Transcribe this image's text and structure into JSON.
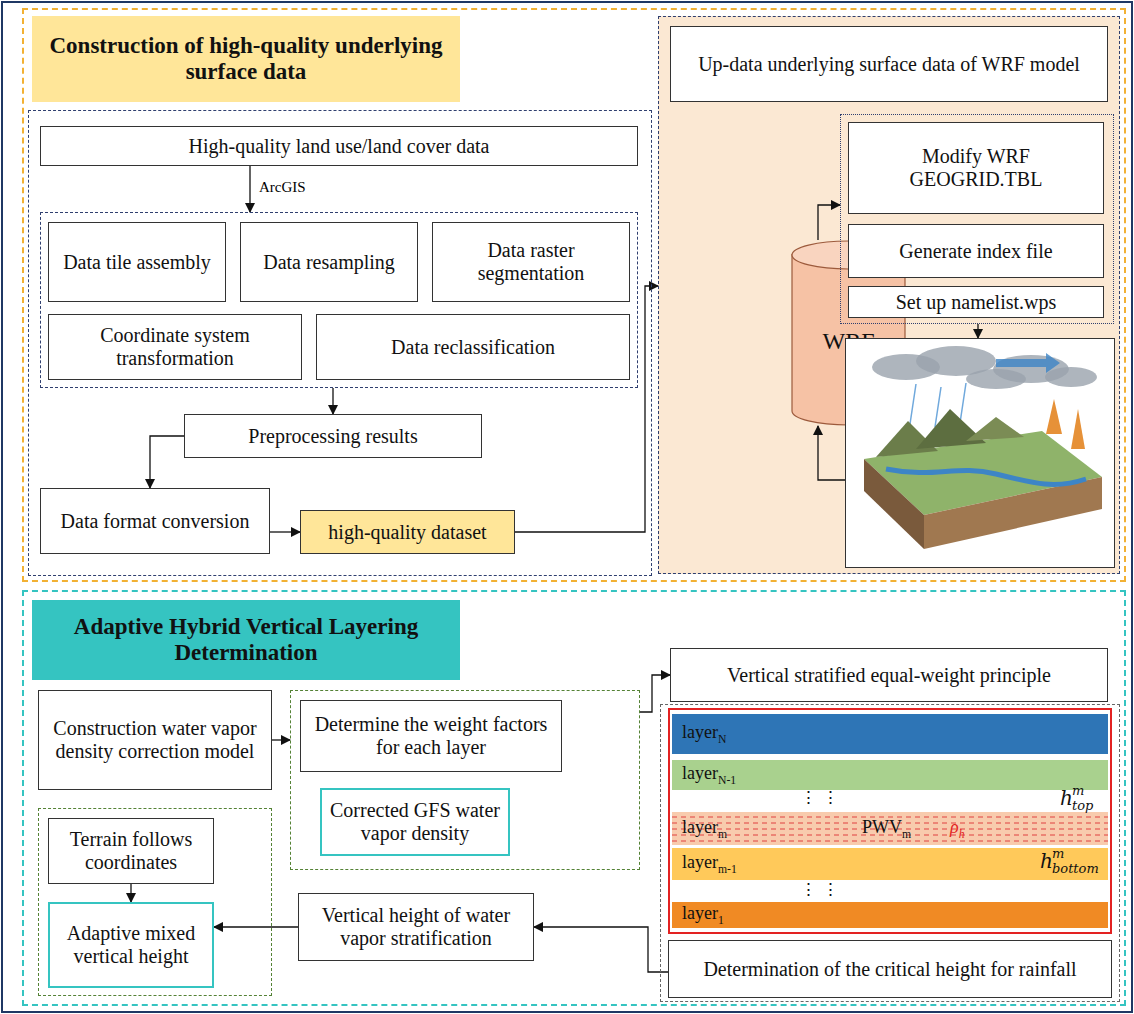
{
  "diagram": {
    "nodes": [
      {
        "text": []
      },
      {
        "text": [
          "Construction of high-quality underlying surface data"
        ],
        "in": 0
      },
      {
        "text": [],
        "in": 0
      },
      {
        "text": [
          "High-quality land use/land cover data"
        ],
        "in": 2
      },
      {
        "text": [],
        "in": 2
      },
      {
        "text": [
          "Data tile assembly"
        ],
        "in": 4
      },
      {
        "text": [
          "Data resampling"
        ],
        "in": 4
      },
      {
        "text": [
          "Data raster segmentation"
        ],
        "in": 4
      },
      {
        "text": [
          "Coordinate system transformation"
        ],
        "in": 4
      },
      {
        "text": [
          "Data reclassification"
        ],
        "in": 4
      },
      {
        "text": [
          "Preprocessing results"
        ],
        "in": 2
      },
      {
        "text": [
          "Data format conversion"
        ],
        "in": 2
      },
      {
        "text": [
          "high-quality dataset"
        ],
        "in": 2
      },
      {
        "text": [],
        "in": 0
      },
      {
        "text": [
          "Up-data underlying surface data of WRF model"
        ],
        "in": 13
      },
      {
        "text": [
          "WRF"
        ],
        "in": 13
      },
      {
        "text": [],
        "in": 13
      },
      {
        "text": [
          "Modify WRF GEOGRID.TBL"
        ],
        "in": 16
      },
      {
        "text": [
          "Generate index file"
        ],
        "in": 16
      },
      {
        "text": [
          "Set up namelist.wps"
        ],
        "in": 16
      },
      {
        "text": [],
        "in": 13
      },
      {
        "text": []
      },
      {
        "text": [
          "Adaptive Hybrid Vertical Layering Determination"
        ],
        "in": 21
      },
      {
        "text": [
          "Construction water vapor density correction model"
        ],
        "in": 21
      },
      {
        "text": [],
        "in": 21
      },
      {
        "text": [
          "Determine the weight factors for each layer"
        ],
        "in": 24
      },
      {
        "text": [
          "Corrected GFS water vapor density"
        ],
        "in": 24
      },
      {
        "text": [
          "Vertical stratified equal-weight principle"
        ],
        "in": 21
      },
      {
        "text": [],
        "in": 21
      },
      {
        "text": [],
        "in": 28
      },
      {
        "text": [
          "layer",
          "N"
        ],
        "in": 29
      },
      {
        "text": [
          "layer",
          "N-1"
        ],
        "in": 29
      },
      {
        "text": [
          "layer",
          "m",
          "PWV",
          "m",
          "ρ",
          "h"
        ],
        "in": 29
      },
      {
        "text": [
          "layer",
          "m-1"
        ],
        "in": 29
      },
      {
        "text": [
          "layer",
          "1"
        ],
        "in": 29
      },
      {
        "text": [
          "Determination of the critical height for rainfall"
        ],
        "in": 28
      },
      {
        "text": [],
        "in": 21
      },
      {
        "text": [
          "Terrain follows coordinates"
        ],
        "in": 36
      },
      {
        "text": [
          "Adaptive mixed vertical height"
        ],
        "in": 36
      },
      {
        "text": [
          "Vertical height of water vapor stratification"
        ],
        "in": 21
      }
    ],
    "edges": [
      {
        "from": 3,
        "to": 4,
        "arrow": "to",
        "label": "ArcGIS"
      },
      {
        "from": 4,
        "to": 10,
        "arrow": "to"
      },
      {
        "from": 10,
        "to": 11,
        "arrow": "to"
      },
      {
        "from": 11,
        "to": 12,
        "arrow": "to"
      },
      {
        "from": 12,
        "to": 13,
        "arrow": "to"
      },
      {
        "from": 15,
        "to": 16,
        "arrow": "to"
      },
      {
        "from": 16,
        "to": 20,
        "arrow": "to"
      },
      {
        "from": 20,
        "to": 15,
        "arrow": "to"
      },
      {
        "from": 23,
        "to": 24,
        "arrow": "to"
      },
      {
        "from": 24,
        "to": 27,
        "arrow": "to"
      },
      {
        "from": 35,
        "to": 39,
        "arrow": "to"
      },
      {
        "from": 39,
        "to": 38,
        "arrow": "to"
      },
      {
        "from": 37,
        "to": 38,
        "arrow": "to"
      }
    ],
    "labels": [
      "⋮ ⋮",
      "h",
      "m",
      "top",
      "⋮ ⋮",
      "h",
      "m",
      "bottom"
    ]
  }
}
